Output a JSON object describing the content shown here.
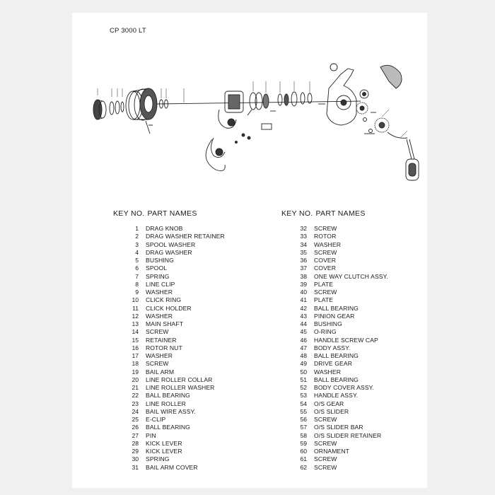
{
  "document": {
    "model": "CP 3000 LT",
    "columns": [
      {
        "header_key": "KEY NO.",
        "header_name": "PART NAMES",
        "parts": [
          {
            "key": "1",
            "name": "DRAG KNOB"
          },
          {
            "key": "2",
            "name": "DRAG WASHER RETAINER"
          },
          {
            "key": "3",
            "name": "SPOOL WASHER"
          },
          {
            "key": "4",
            "name": "DRAG WASHER"
          },
          {
            "key": "5",
            "name": "BUSHING"
          },
          {
            "key": "6",
            "name": "SPOOL"
          },
          {
            "key": "7",
            "name": "SPRING"
          },
          {
            "key": "8",
            "name": "LINE CLIP"
          },
          {
            "key": "9",
            "name": "WASHER"
          },
          {
            "key": "10",
            "name": "CLICK RING"
          },
          {
            "key": "11",
            "name": "CLICK HOLDER"
          },
          {
            "key": "12",
            "name": "WASHER"
          },
          {
            "key": "13",
            "name": "MAIN SHAFT"
          },
          {
            "key": "14",
            "name": "SCREW"
          },
          {
            "key": "15",
            "name": "RETAINER"
          },
          {
            "key": "16",
            "name": "ROTOR NUT"
          },
          {
            "key": "17",
            "name": "WASHER"
          },
          {
            "key": "18",
            "name": "SCREW"
          },
          {
            "key": "19",
            "name": "BAIL ARM"
          },
          {
            "key": "20",
            "name": "LINE ROLLER COLLAR"
          },
          {
            "key": "21",
            "name": "LINE ROLLER WASHER"
          },
          {
            "key": "22",
            "name": "BALL BEARING"
          },
          {
            "key": "23",
            "name": "LINE ROLLER"
          },
          {
            "key": "24",
            "name": "BAIL WIRE ASSY."
          },
          {
            "key": "25",
            "name": "E-CLIP"
          },
          {
            "key": "26",
            "name": "BALL BEARING"
          },
          {
            "key": "27",
            "name": "PIN"
          },
          {
            "key": "28",
            "name": "KICK LEVER"
          },
          {
            "key": "29",
            "name": "KICK LEVER"
          },
          {
            "key": "30",
            "name": "SPRING"
          },
          {
            "key": "31",
            "name": "BAIL ARM COVER"
          }
        ]
      },
      {
        "header_key": "KEY NO.",
        "header_name": "PART NAMES",
        "parts": [
          {
            "key": "32",
            "name": "SCREW"
          },
          {
            "key": "33",
            "name": "ROTOR"
          },
          {
            "key": "34",
            "name": "WASHER"
          },
          {
            "key": "35",
            "name": "SCREW"
          },
          {
            "key": "36",
            "name": "COVER"
          },
          {
            "key": "37",
            "name": "COVER"
          },
          {
            "key": "38",
            "name": "ONE WAY CLUTCH ASSY."
          },
          {
            "key": "39",
            "name": "PLATE"
          },
          {
            "key": "40",
            "name": "SCREW"
          },
          {
            "key": "41",
            "name": "PLATE"
          },
          {
            "key": "42",
            "name": "BALL BEARING"
          },
          {
            "key": "43",
            "name": "PINION GEAR"
          },
          {
            "key": "44",
            "name": "BUSHING"
          },
          {
            "key": "45",
            "name": "O-RING"
          },
          {
            "key": "46",
            "name": "HANDLE SCREW CAP"
          },
          {
            "key": "47",
            "name": "BODY ASSY."
          },
          {
            "key": "48",
            "name": "BALL BEARING"
          },
          {
            "key": "49",
            "name": "DRIVE GEAR"
          },
          {
            "key": "50",
            "name": "WASHER"
          },
          {
            "key": "51",
            "name": "BALL BEARING"
          },
          {
            "key": "52",
            "name": "BODY COVER ASSY."
          },
          {
            "key": "53",
            "name": "HANDLE ASSY."
          },
          {
            "key": "54",
            "name": "O/S GEAR"
          },
          {
            "key": "55",
            "name": "O/S SLIDER"
          },
          {
            "key": "56",
            "name": "SCREW"
          },
          {
            "key": "57",
            "name": "O/S SLIDER BAR"
          },
          {
            "key": "58",
            "name": "O/S SLIDER RETAINER"
          },
          {
            "key": "59",
            "name": "SCREW"
          },
          {
            "key": "60",
            "name": "ORNAMENT"
          },
          {
            "key": "61",
            "name": "SCREW"
          },
          {
            "key": "62",
            "name": "SCREW"
          }
        ]
      }
    ]
  }
}
